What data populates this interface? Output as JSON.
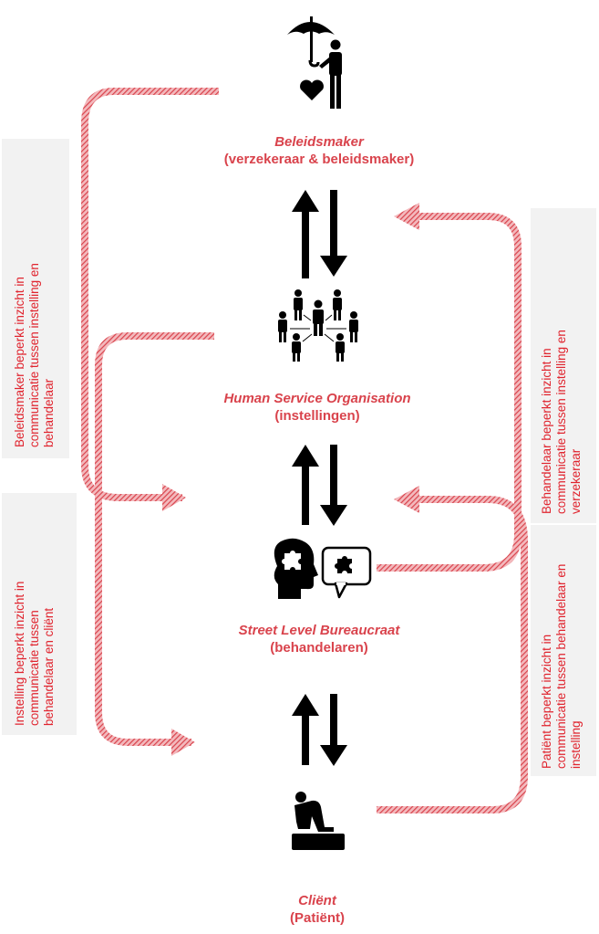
{
  "colors": {
    "accent": "#d9434c",
    "text": "#000000",
    "sidebox": "#f2f2f2"
  },
  "levels": {
    "beleidsmaker": {
      "role": "Beleidsmaker",
      "sub": "(verzekeraar & beleidsmaker)",
      "icon": "umbrella-person-heart-icon"
    },
    "hso": {
      "role": "Human Service Organisation",
      "sub": "(instellingen)",
      "icon": "people-network-icon"
    },
    "slb": {
      "role": "Street Level Bureaucraat",
      "sub": "(behandelaren)",
      "icon": "head-puzzle-speech-icon"
    },
    "client": {
      "role": "Cliënt",
      "sub": "(Patiënt)",
      "icon": "seated-person-icon"
    }
  },
  "side_notes": {
    "left_top": [
      "Beleidsmaker beperkt inzicht in",
      "communicatie tussen instelling en",
      "behandelaar"
    ],
    "left_bottom": [
      "Instelling beperkt inzicht in",
      "communicatie tussen",
      "behandelaar en cliënt"
    ],
    "right_top": [
      "Behandelaar beperkt inzicht in",
      "communicatie tussen instelling en",
      "verzekeraar"
    ],
    "right_bottom": [
      "Patiënt beperkt inzicht in",
      "communicatie tussen behandelaar en",
      "instelling"
    ]
  }
}
